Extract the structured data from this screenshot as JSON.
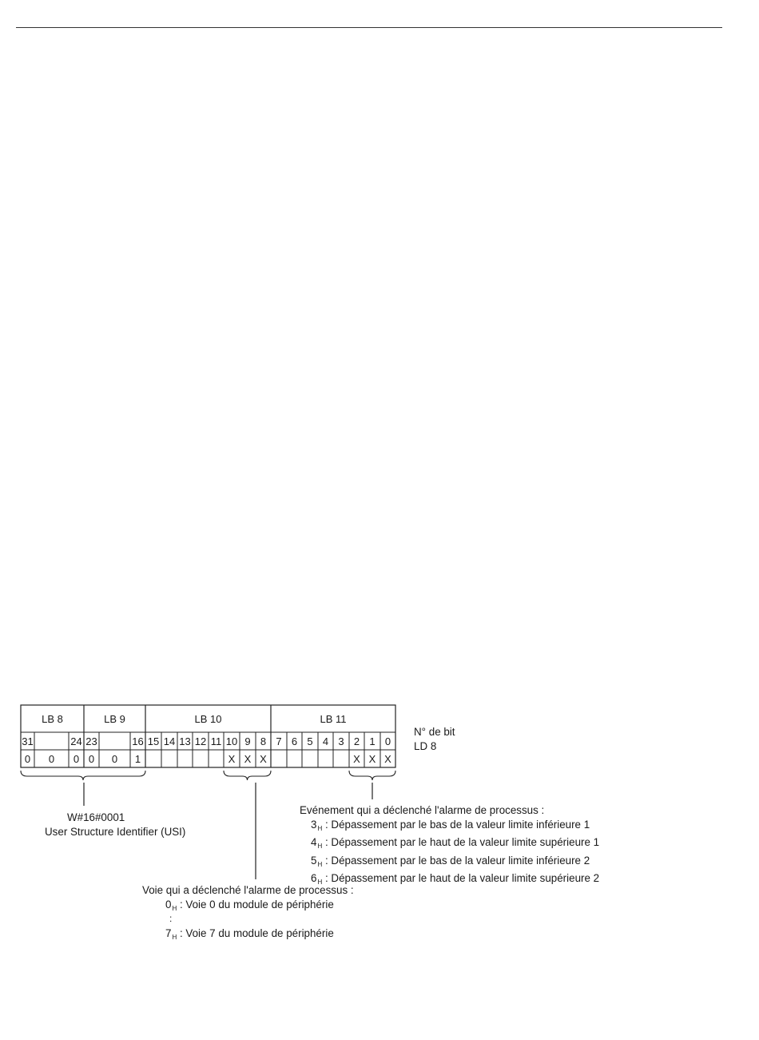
{
  "byte_labels": [
    "LB 8",
    "LB 9",
    "LB 10",
    "LB 11"
  ],
  "bit_row": [
    "31",
    "",
    "24",
    "23",
    "",
    "16",
    "15",
    "14",
    "13",
    "12",
    "11",
    "10",
    "9",
    "8",
    "7",
    "6",
    "5",
    "4",
    "3",
    "2",
    "1",
    "0"
  ],
  "value_row": [
    "0",
    "0",
    "0",
    "0",
    "0",
    "1",
    "",
    "",
    "",
    "",
    "",
    "X",
    "X",
    "X",
    "",
    "",
    "",
    "",
    "",
    "X",
    "X",
    "X"
  ],
  "side_labels": {
    "bit_no": "N° de bit",
    "dword": "LD 8"
  },
  "usi": {
    "code": "W#16#0001",
    "name": "User Structure Identifier (USI)"
  },
  "event": {
    "heading": "Evénement qui a déclenché l'alarme de processus :",
    "sub": "H",
    "items": [
      {
        "code": "3",
        "text": " : Dépassement par le bas de la valeur limite inférieure 1"
      },
      {
        "code": "4",
        "text": " : Dépassement par le haut de la valeur limite supérieure 1"
      },
      {
        "code": "5",
        "text": " : Dépassement par le bas de la valeur limite inférieure 2"
      },
      {
        "code": "6",
        "text": " : Dépassement par le haut de la valeur limite supérieure 2"
      }
    ]
  },
  "channel": {
    "heading": "Voie qui a déclenché l'alarme de processus :",
    "sub": "H",
    "first": {
      "code": "0",
      "text": " : Voie 0 du module de périphérie"
    },
    "ellipsis": ":",
    "last": {
      "code": "7",
      "text": " : Voie 7 du module de périphérie"
    }
  }
}
